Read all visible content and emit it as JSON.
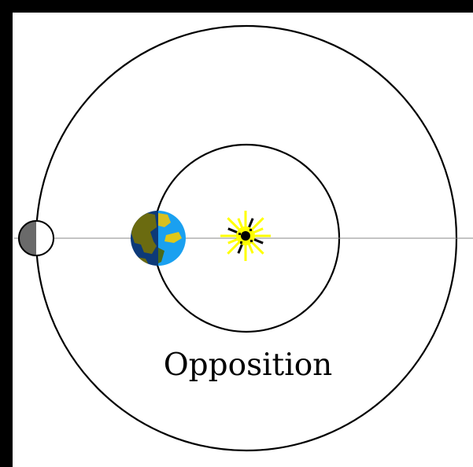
{
  "diagram": {
    "caption": "Opposition",
    "bodies": [
      {
        "name": "sun",
        "icon": "sun-icon"
      },
      {
        "name": "earth",
        "icon": "earth-icon"
      },
      {
        "name": "outer-planet",
        "icon": "planet-icon"
      }
    ],
    "colors": {
      "background": "#000000",
      "canvas": "#ffffff",
      "orbit": "#000000",
      "line_of_sight": "#8a8a8a",
      "sun_core": "#000000",
      "sun_rays": "#ffff00",
      "earth_land": "#6b6b10",
      "earth_ocean": "#1aa0f0",
      "earth_dark_ocean": "#0d3a78",
      "planet_dark": "#6a6a6a",
      "planet_light": "#ffffff"
    }
  }
}
